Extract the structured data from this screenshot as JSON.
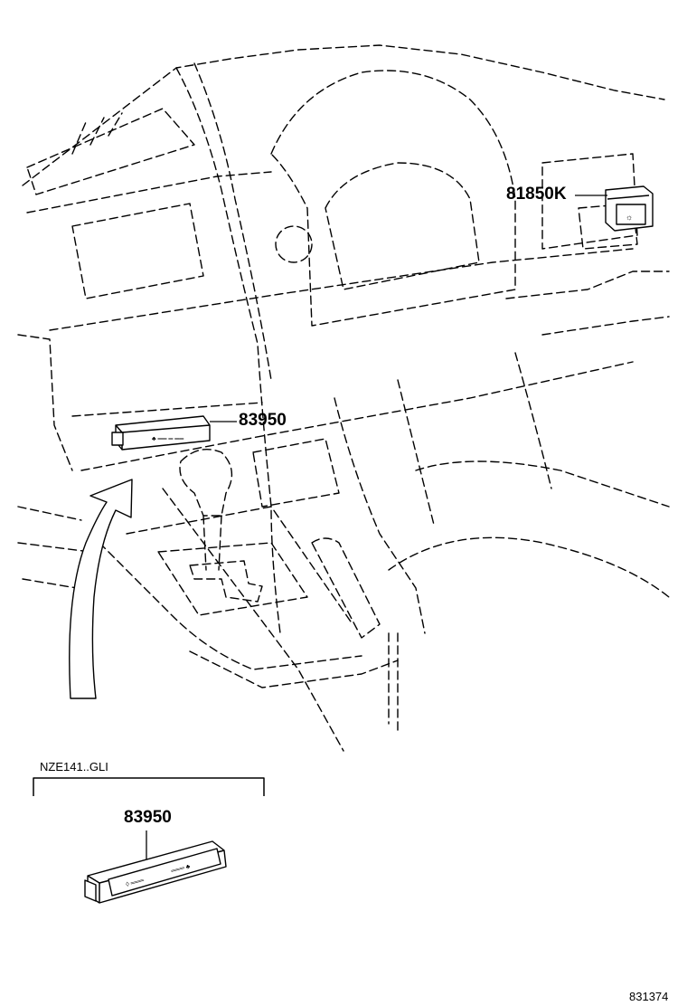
{
  "labels": {
    "part_upper_right": "81850K",
    "part_console": "83950",
    "variant_title": "NZE141..GLI",
    "part_variant": "83950",
    "illustration_number": "831374"
  }
}
